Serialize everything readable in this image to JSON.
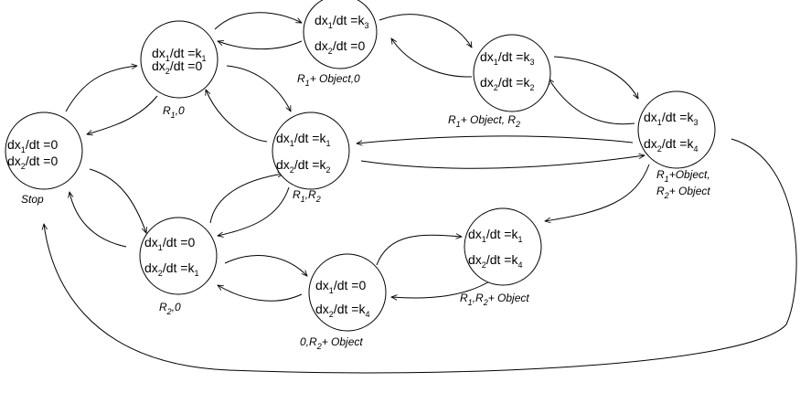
{
  "nodes": [
    {
      "id": "stop",
      "eq1": [
        "dx",
        "1",
        "/dt =0"
      ],
      "eq2": [
        "dx",
        "2",
        "/dt =0"
      ],
      "label": [
        [
          "Stop",
          ""
        ]
      ]
    },
    {
      "id": "r1_0",
      "eq1": [
        "dx",
        "1",
        "/dt =k",
        "1"
      ],
      "eq2": [
        "dx",
        "2",
        "/dt =0"
      ],
      "label": [
        [
          "R",
          "1"
        ],
        [
          ",0",
          ""
        ]
      ]
    },
    {
      "id": "r1obj_0",
      "eq1": [
        "dx",
        "1",
        "/dt =k",
        "3"
      ],
      "eq2": [
        "dx",
        "2",
        "/dt =0"
      ],
      "label": [
        [
          "R",
          "1"
        ],
        [
          "+ Object,0",
          ""
        ]
      ]
    },
    {
      "id": "r1obj_r2",
      "eq1": [
        "dx",
        "1",
        "/dt =k",
        "3"
      ],
      "eq2": [
        "dx",
        "2",
        "/dt =k",
        "2"
      ],
      "label": [
        [
          "R",
          "1"
        ],
        [
          "+ Object, R",
          "2"
        ]
      ]
    },
    {
      "id": "r1r2",
      "eq1": [
        "dx",
        "1",
        "/dt =k",
        "1"
      ],
      "eq2": [
        "dx",
        "2",
        "/dt =k",
        "2"
      ],
      "label": [
        [
          "R",
          "1"
        ],
        [
          ",R",
          "2"
        ]
      ]
    },
    {
      "id": "r1obj_r2obj",
      "eq1": [
        "dx",
        "1",
        "/dt =k",
        "3"
      ],
      "eq2": [
        "dx",
        "2",
        "/dt =k",
        "4"
      ],
      "label": [
        [
          "R",
          "1"
        ],
        [
          "+Object,",
          ""
        ]
      ],
      "label2": [
        [
          "R",
          "2"
        ],
        [
          "+ Object",
          ""
        ]
      ]
    },
    {
      "id": "r2_0",
      "eq1": [
        "dx",
        "1",
        "/dt =0"
      ],
      "eq2": [
        "dx",
        "2",
        "/dt =k",
        "1"
      ],
      "label": [
        [
          "R",
          "2"
        ],
        [
          ",0",
          ""
        ]
      ]
    },
    {
      "id": "r1_r2obj",
      "eq1": [
        "dx",
        "1",
        "/dt =k",
        "1"
      ],
      "eq2": [
        "dx",
        "2",
        "/dt =k",
        "4"
      ],
      "label": [
        [
          "R",
          "1"
        ],
        [
          ",R",
          "2"
        ],
        [
          "+ Object",
          ""
        ]
      ]
    },
    {
      "id": "zero_r2obj",
      "eq1": [
        "dx",
        "1",
        "/dt =0"
      ],
      "eq2": [
        "dx",
        "2",
        "/dt =k",
        "4"
      ],
      "label": [
        [
          "0,R",
          "2"
        ],
        [
          "+ Object",
          ""
        ]
      ]
    }
  ],
  "edges": [
    {
      "from": "stop",
      "to": "r1_0"
    },
    {
      "from": "r1_0",
      "to": "stop"
    },
    {
      "from": "stop",
      "to": "r2_0"
    },
    {
      "from": "r2_0",
      "to": "stop"
    },
    {
      "from": "r1_0",
      "to": "r1obj_0"
    },
    {
      "from": "r1obj_0",
      "to": "r1_0"
    },
    {
      "from": "r1_0",
      "to": "r1r2"
    },
    {
      "from": "r1r2",
      "to": "r1_0"
    },
    {
      "from": "r1obj_0",
      "to": "r1obj_r2"
    },
    {
      "from": "r1obj_r2",
      "to": "r1obj_0"
    },
    {
      "from": "r1obj_r2",
      "to": "r1obj_r2obj"
    },
    {
      "from": "r1obj_r2obj",
      "to": "r1obj_r2"
    },
    {
      "from": "r1obj_r2obj",
      "to": "r1r2"
    },
    {
      "from": "r1r2",
      "to": "r1obj_r2obj"
    },
    {
      "from": "r1obj_r2obj",
      "to": "r1_r2obj"
    },
    {
      "from": "r1obj_r2obj",
      "to": "stop"
    },
    {
      "from": "r2_0",
      "to": "r1r2"
    },
    {
      "from": "r1r2",
      "to": "r2_0"
    },
    {
      "from": "r2_0",
      "to": "zero_r2obj"
    },
    {
      "from": "zero_r2obj",
      "to": "r2_0"
    },
    {
      "from": "zero_r2obj",
      "to": "r1_r2obj"
    },
    {
      "from": "r1_r2obj",
      "to": "zero_r2obj"
    }
  ]
}
